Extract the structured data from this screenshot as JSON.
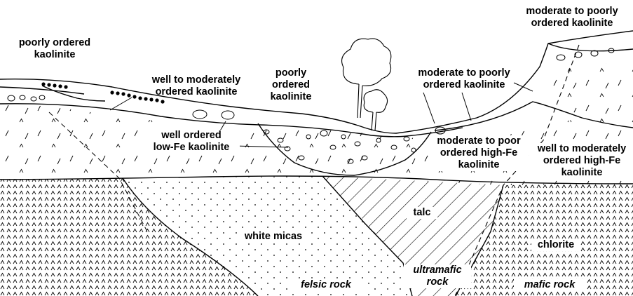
{
  "labels": {
    "poorly_ordered_kaolinite_left": [
      "poorly ordered",
      "kaolinite"
    ],
    "well_to_moderately_ordered_kaolinite": [
      "well to moderately",
      "ordered kaolinite"
    ],
    "poorly_ordered_kaolinite_center": [
      "poorly",
      "ordered",
      "kaolinite"
    ],
    "moderate_to_poorly_ordered_kaolinite_top": [
      "moderate to poorly",
      "ordered kaolinite"
    ],
    "moderate_to_poorly_ordered_kaolinite_mid": [
      "moderate to poorly",
      "ordered kaolinite"
    ],
    "well_ordered_low_fe_kaolinite": [
      "well ordered",
      "low-Fe kaolinite"
    ],
    "moderate_to_poor_high_fe_kaolinite": [
      "moderate to poor",
      "ordered high-Fe",
      "kaolinite"
    ],
    "well_to_moderately_ordered_high_fe_kaolinite": [
      "well to moderately",
      "ordered high-Fe",
      "kaolinite"
    ],
    "talc": "talc",
    "white_micas": "white micas",
    "chlorite": "chlorite",
    "felsic_rock": "felsic rock",
    "ultramafic_rock": [
      "ultramafic",
      "rock"
    ],
    "mafic_rock": "mafic rock"
  },
  "colors": {
    "ink": "#000000",
    "paper": "#ffffff"
  }
}
